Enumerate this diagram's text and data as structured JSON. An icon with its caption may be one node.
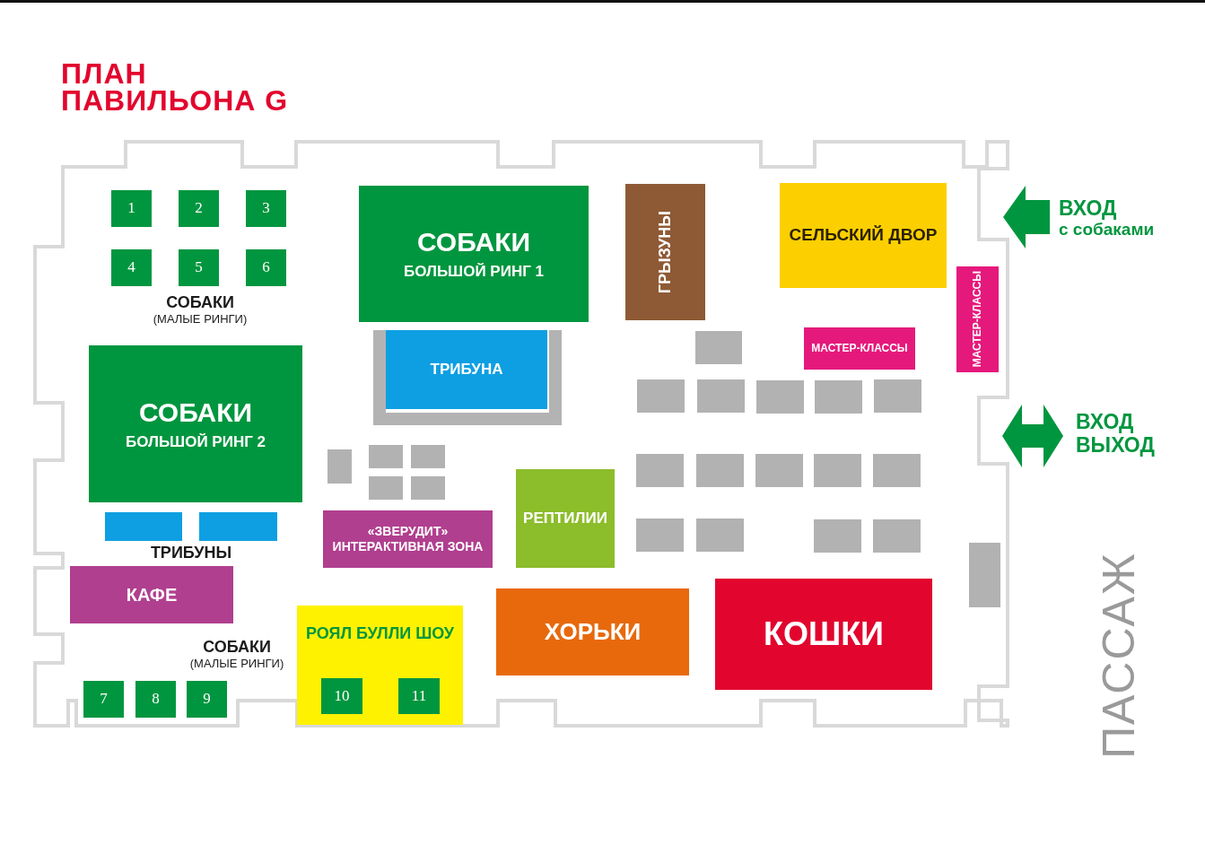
{
  "diagram": {
    "title": "ПЛАН ПАВИЛЬОНА G",
    "nodes": [
      {
        "text": [
          "1"
        ]
      },
      {
        "text": [
          "2"
        ]
      },
      {
        "text": [
          "3"
        ]
      },
      {
        "text": [
          "4"
        ]
      },
      {
        "text": [
          "5"
        ]
      },
      {
        "text": [
          "6"
        ]
      },
      {
        "text": [
          "СОБАКИ",
          "БОЛЬШОЙ РИНГ 1"
        ]
      },
      {
        "text": [
          "ГРЫЗУНЫ"
        ]
      },
      {
        "text": [
          "СЕЛЬСКИЙ ДВОР"
        ]
      },
      {
        "text": [
          "МАСТЕР-КЛАССЫ"
        ]
      },
      {
        "text": [],
        "shape": "box"
      },
      {
        "text": [
          "МАСТЕР-КЛАССЫ"
        ]
      },
      {
        "text": [
          "ТРИБУНА"
        ]
      },
      {
        "text": [],
        "shape": "box"
      },
      {
        "text": [],
        "shape": "box"
      },
      {
        "text": [],
        "shape": "box"
      },
      {
        "text": [],
        "shape": "box"
      },
      {
        "text": [],
        "shape": "box"
      },
      {
        "text": [
          "СОБАКИ",
          "БОЛЬШОЙ РИНГ 2"
        ]
      },
      {
        "text": [],
        "shape": "box"
      },
      {
        "text": [],
        "shape": "box"
      },
      {
        "text": [],
        "shape": "box"
      },
      {
        "text": [],
        "shape": "box"
      },
      {
        "text": [],
        "shape": "box"
      },
      {
        "text": [],
        "shape": "box"
      },
      {
        "text": [],
        "shape": "box"
      },
      {
        "text": [],
        "shape": "box"
      },
      {
        "text": [],
        "shape": "box"
      },
      {
        "text": [],
        "shape": "box"
      },
      {
        "text": [
          "РЕПТИЛИИ"
        ]
      },
      {
        "text": [
          "«ЗВЕРУДИТ»",
          "ИНТЕРАКТИВНАЯ ЗОНА"
        ]
      },
      {
        "text": [],
        "shape": "box"
      },
      {
        "text": [],
        "shape": "box"
      },
      {
        "text": [],
        "shape": "box"
      },
      {
        "text": [],
        "shape": "box"
      },
      {
        "text": [],
        "shape": "box"
      },
      {
        "text": [],
        "shape": "box"
      },
      {
        "text": [],
        "shape": "box"
      },
      {
        "text": [
          "КАФЕ"
        ]
      },
      {
        "text": [
          "ХОРЬКИ"
        ]
      },
      {
        "text": [
          "КОШКИ"
        ]
      },
      {
        "text": [
          "РОЯЛ БУЛЛИ ШОУ"
        ]
      },
      {
        "text": [
          "10"
        ],
        "in": 41
      },
      {
        "text": [
          "11"
        ],
        "in": 41
      },
      {
        "text": [
          "7"
        ]
      },
      {
        "text": [
          "8"
        ]
      },
      {
        "text": [
          "9"
        ]
      }
    ],
    "labels": [
      "ВХОД",
      "с собаками",
      "СОБАКИ",
      "(МАЛЫЕ РИНГИ)",
      "ВХОД",
      "ВЫХОД",
      "ТРИБУНЫ",
      "СОБАКИ",
      "(МАЛЫЕ РИНГИ)",
      "ПАССАЖ"
    ]
  }
}
